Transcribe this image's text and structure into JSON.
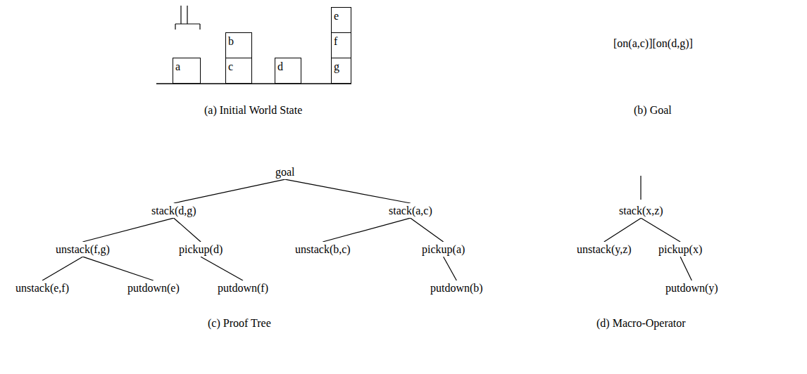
{
  "diagram": {
    "nodes": [
      {
        "text": [
          "a"
        ]
      },
      {
        "text": [
          "b"
        ]
      },
      {
        "text": [
          "c"
        ]
      },
      {
        "text": [
          "d"
        ]
      },
      {
        "text": [
          "e"
        ]
      },
      {
        "text": [
          "f"
        ]
      },
      {
        "text": [
          "g"
        ]
      },
      {
        "text": [
          "goal"
        ]
      },
      {
        "text": [
          "stack(d,g)"
        ]
      },
      {
        "text": [
          "stack(a,c)"
        ]
      },
      {
        "text": [
          "unstack(f,g)"
        ]
      },
      {
        "text": [
          "pickup(d)"
        ]
      },
      {
        "text": [
          "unstack(b,c)"
        ]
      },
      {
        "text": [
          "pickup(a)"
        ]
      },
      {
        "text": [
          "unstack(e,f)"
        ]
      },
      {
        "text": [
          "putdown(e)"
        ]
      },
      {
        "text": [
          "putdown(f)"
        ]
      },
      {
        "text": [
          "putdown(b)"
        ]
      },
      {
        "text": [
          "stack(x,z)"
        ]
      },
      {
        "text": [
          "unstack(y,z)"
        ]
      },
      {
        "text": [
          "pickup(x)"
        ]
      },
      {
        "text": [
          "putdown(y)"
        ]
      }
    ],
    "edges": [
      {
        "from": 7,
        "to": 8,
        "arrow": "none"
      },
      {
        "from": 7,
        "to": 9,
        "arrow": "none"
      },
      {
        "from": 8,
        "to": 10,
        "arrow": "none"
      },
      {
        "from": 8,
        "to": 11,
        "arrow": "none"
      },
      {
        "from": 9,
        "to": 12,
        "arrow": "none"
      },
      {
        "from": 9,
        "to": 13,
        "arrow": "none"
      },
      {
        "from": 10,
        "to": 14,
        "arrow": "none"
      },
      {
        "from": 10,
        "to": 15,
        "arrow": "none"
      },
      {
        "from": 11,
        "to": 16,
        "arrow": "none"
      },
      {
        "from": 13,
        "to": 17,
        "arrow": "none"
      },
      {
        "from": 18,
        "to": 19,
        "arrow": "none"
      },
      {
        "from": 18,
        "to": 20,
        "arrow": "none"
      },
      {
        "from": 20,
        "to": 21,
        "arrow": "none"
      }
    ],
    "labels": [
      "(a) Initial World State",
      "[on(a,c)][on(d,g)]",
      "(b) Goal",
      "(c) Proof Tree",
      "(d) Macro-Operator"
    ]
  }
}
